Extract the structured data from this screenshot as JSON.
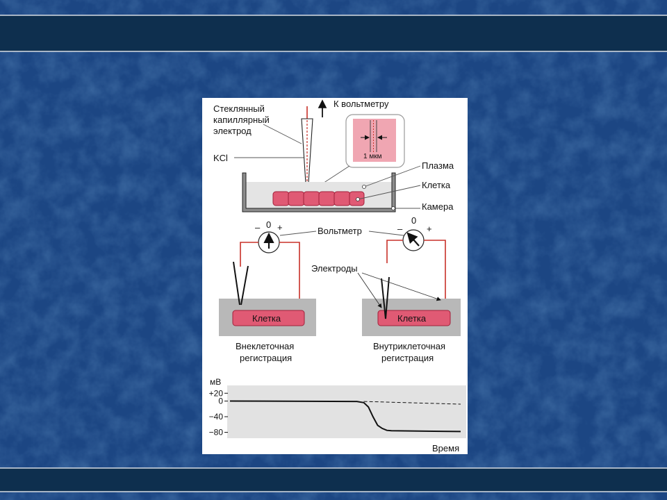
{
  "labels": {
    "to_voltmeter": "К вольтметру",
    "electrode_line1": "Стеклянный",
    "electrode_line2": "капиллярный",
    "electrode_line3": "электрод",
    "kcl": "KCl",
    "micron": "1 мкм",
    "plasma": "Плазма",
    "cell": "Клетка",
    "chamber": "Камера",
    "voltmeter": "Вольтметр",
    "zero": "0",
    "minus": "–",
    "plus": "+",
    "electrodes": "Электроды",
    "cell_box": "Клетка",
    "extracellular_line1": "Внеклеточная",
    "extracellular_line2": "регистрация",
    "intracellular_line1": "Внутриклеточная",
    "intracellular_line2": "регистрация"
  },
  "colors": {
    "background": "#1f4a86",
    "cell_fill": "#e05a74",
    "cell_stroke": "#a0203a",
    "wire": "#c83028",
    "gray_tissue": "#b8b8b8",
    "plot_bg": "#e2e2e2"
  },
  "chart_data": {
    "type": "line",
    "ylabel": "мВ",
    "xlabel": "Время",
    "y_ticks": [
      "+20",
      "0",
      "−40",
      "−80"
    ],
    "y_tick_values": [
      20,
      0,
      -40,
      -80
    ],
    "ylim": [
      -95,
      40
    ],
    "series": [
      {
        "style": "solid",
        "points": [
          [
            0,
            0
          ],
          [
            55,
            -1
          ],
          [
            58,
            -4
          ],
          [
            60,
            -15
          ],
          [
            62,
            -40
          ],
          [
            64,
            -62
          ],
          [
            66,
            -70
          ],
          [
            68,
            -75
          ],
          [
            70,
            -76
          ],
          [
            85,
            -77
          ],
          [
            100,
            -78
          ]
        ]
      },
      {
        "style": "dashed",
        "points": [
          [
            58,
            -1
          ],
          [
            100,
            -8
          ]
        ]
      }
    ]
  }
}
